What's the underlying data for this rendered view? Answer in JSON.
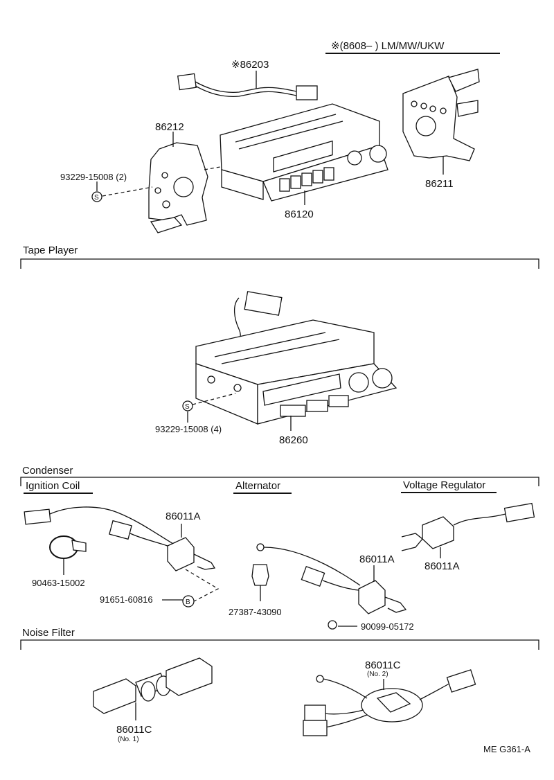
{
  "header": {
    "note": "※(8608–      ) LM/MW/UKW"
  },
  "radio_section": {
    "parts": {
      "harness": "※86203",
      "left_bracket": "86212",
      "screw": "93229-15008 (2)",
      "radio": "86120",
      "right_bracket": "86211"
    },
    "screw_symbol": "S"
  },
  "tape_section": {
    "title": "Tape Player",
    "parts": {
      "screw": "93229-15008 (4)",
      "player": "86260"
    },
    "screw_symbol": "S"
  },
  "condenser_section": {
    "title": "Condenser",
    "groups": {
      "ignition": "Ignition Coil",
      "alternator": "Alternator",
      "regulator": "Voltage Regulator"
    },
    "parts": {
      "ign_condenser": "86011A",
      "clamp": "90463-15002",
      "bolt": "91651-60816",
      "alt_condenser": "86011A",
      "alt_plug": "27387-43090",
      "nut": "90099-05172",
      "reg_condenser": "86011A"
    },
    "bolt_symbol": "B"
  },
  "noise_section": {
    "title": "Noise Filter",
    "parts": {
      "filter1": "86011C",
      "filter1_sub": "(No. 1)",
      "filter2": "86011C",
      "filter2_sub": "(No. 2)"
    }
  },
  "footer": {
    "code": "ME  G361-A"
  }
}
